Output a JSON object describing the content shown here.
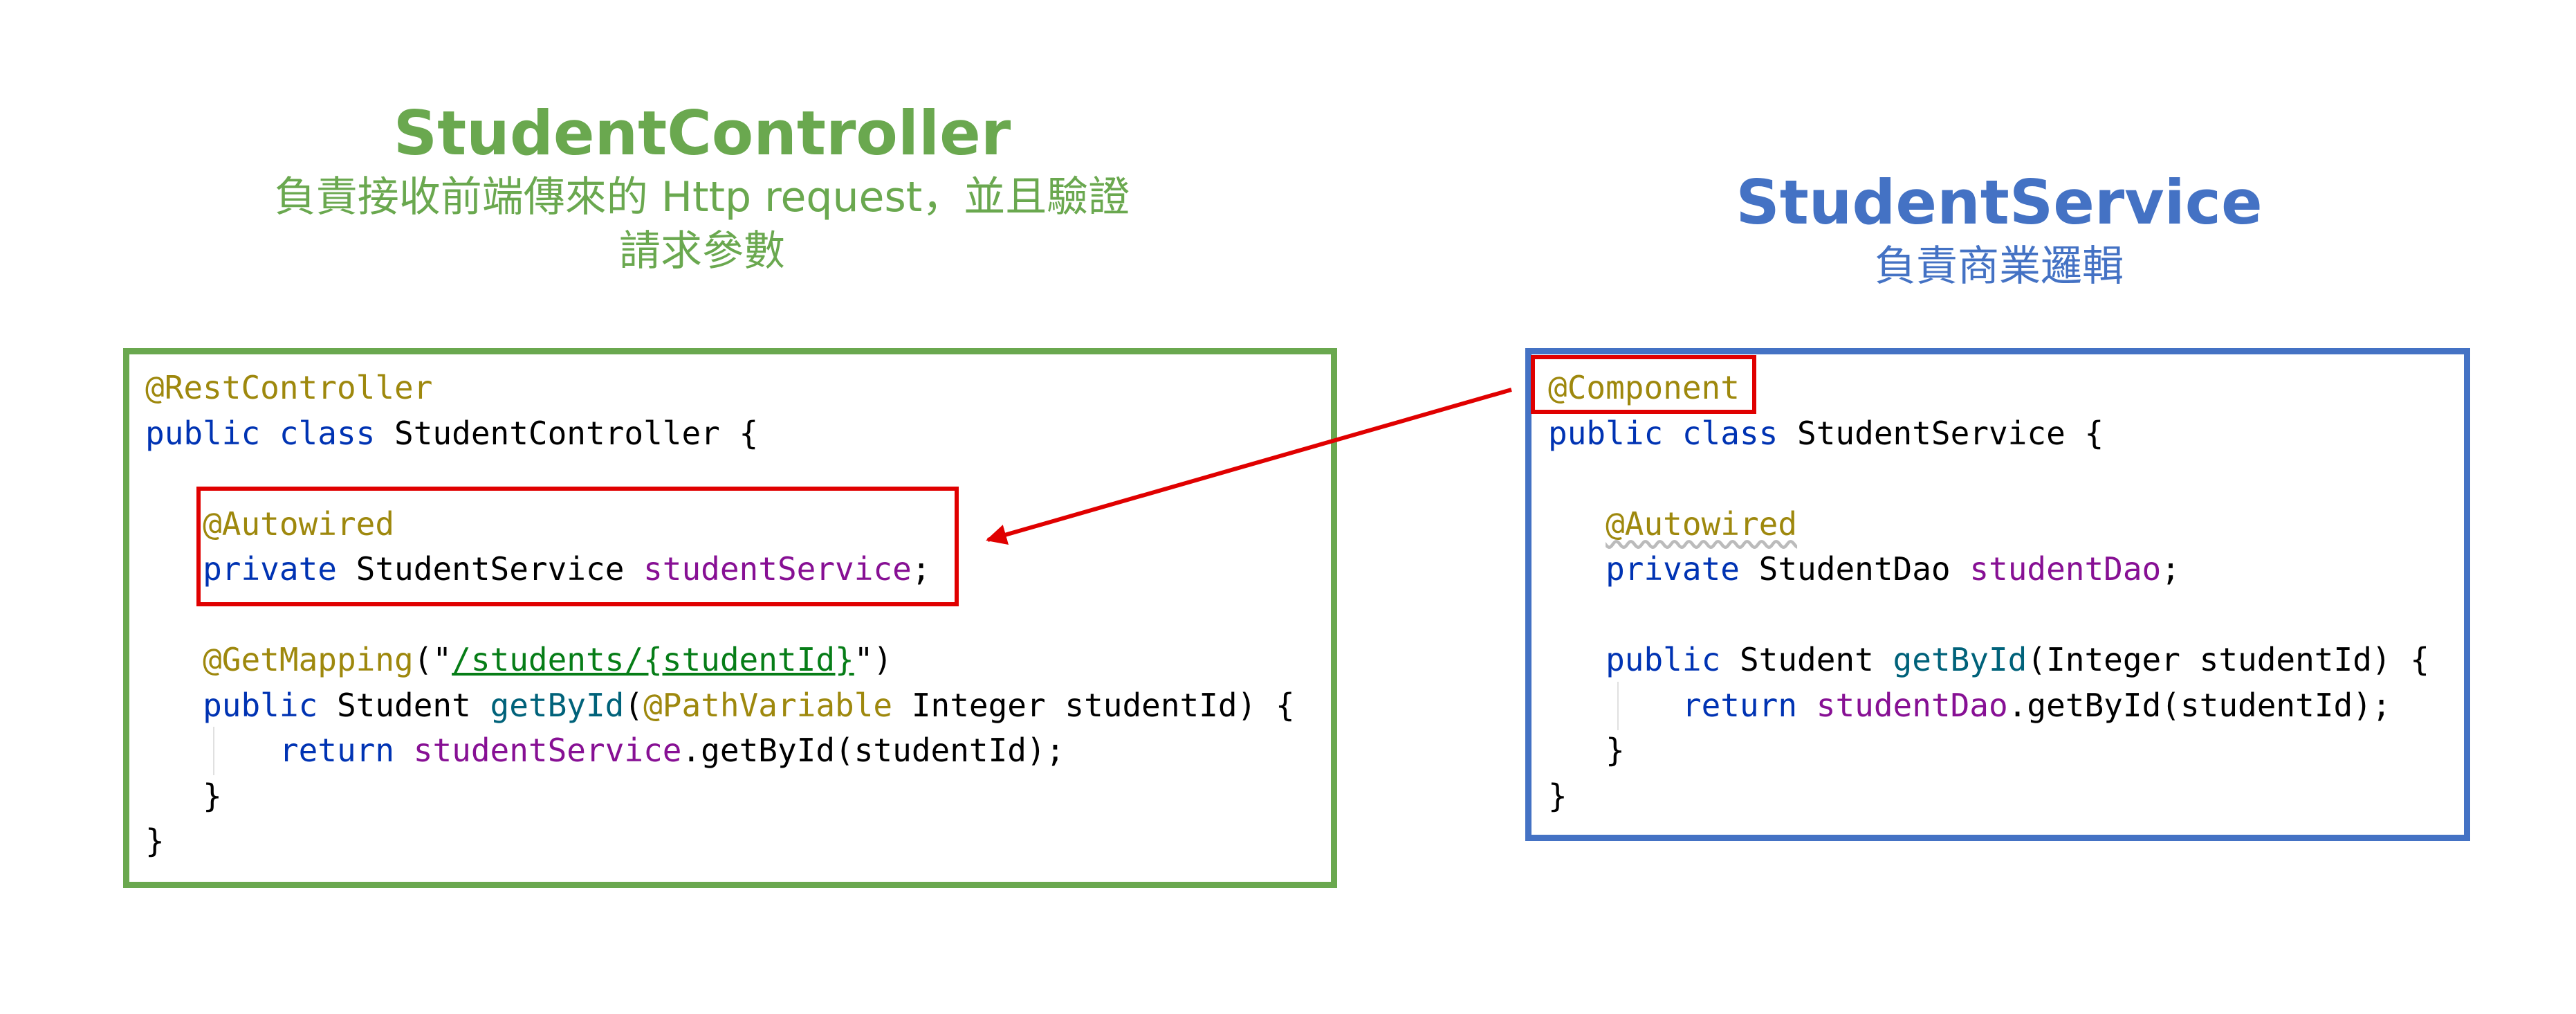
{
  "left": {
    "title": "StudentController",
    "subtitle_line1": "負責接收前端傳來的 Http request，並且驗證",
    "subtitle_line2": "請求參數",
    "code": {
      "l1_ann": "@RestController",
      "l2_kw": "public class",
      "l2_rest": " StudentController {",
      "l4_ann": "@Autowired",
      "l5_kw": "private",
      "l5_type": " StudentService ",
      "l5_field": "studentService",
      "l5_end": ";",
      "l7_ann": "@GetMapping",
      "l7_open": "(\"",
      "l7_path": "/students/{studentId}",
      "l7_close": "\")",
      "l8_kw": "public",
      "l8_type": " Student ",
      "l8_method": "getById",
      "l8_paren": "(",
      "l8_ann": "@PathVariable",
      "l8_rest": " Integer studentId) {",
      "l9_kw": "return",
      "l9_field": "studentService",
      "l9_rest": ".getById(studentId);",
      "l10": "}",
      "l11": "}"
    }
  },
  "right": {
    "title": "StudentService",
    "subtitle_line1": "負責商業邏輯",
    "code": {
      "l1_ann": "@Component",
      "l2_kw": "public class",
      "l2_rest": " StudentService {",
      "l4_ann": "@Autowired",
      "l5_kw": "private",
      "l5_type": " StudentDao ",
      "l5_field": "studentDao",
      "l5_end": ";",
      "l7_kw": "public",
      "l7_type": " Student ",
      "l7_method": "getById",
      "l7_rest": "(Integer studentId) {",
      "l8_kw": "return",
      "l8_field": "studentDao",
      "l8_rest": ".getById(studentId);",
      "l9": "}",
      "l10": "}"
    }
  },
  "colors": {
    "controller_green": "#6aa84f",
    "service_blue": "#4472c4",
    "highlight_red": "#e00000"
  }
}
